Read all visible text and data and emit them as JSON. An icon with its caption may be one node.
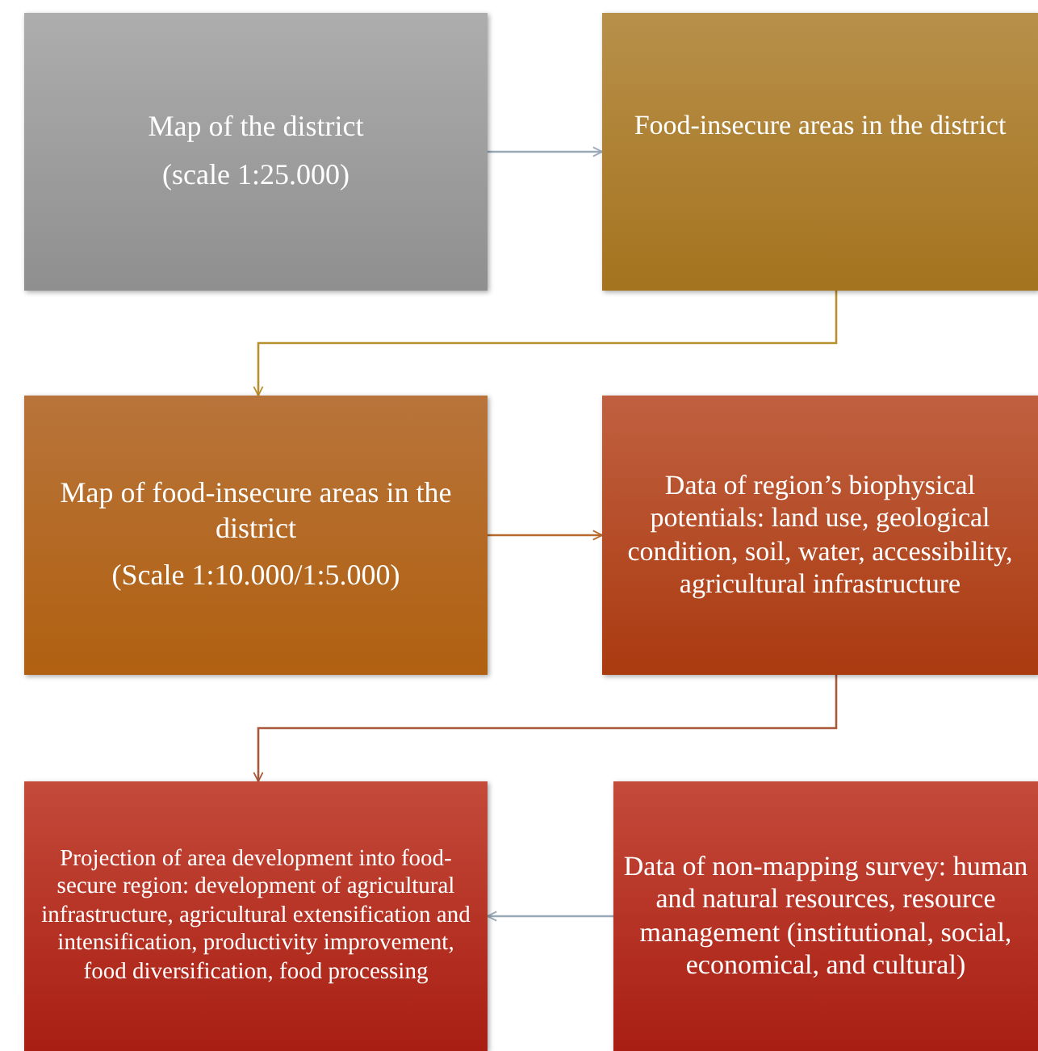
{
  "diagram": {
    "nodes": [
      {
        "text": [
          "Map of the district",
          "(scale 1:25.000)"
        ]
      },
      {
        "text": [
          "Food-insecure areas in the district"
        ]
      },
      {
        "text": [
          "Map of food-insecure areas in the district",
          "(Scale 1:10.000/1:5.000)"
        ]
      },
      {
        "text": [
          "Data of region’s biophysical potentials: land use, geological condition, soil, water, accessibility, agricultural infrastructure"
        ]
      },
      {
        "text": [
          "Projection of area development into food-secure region: development of agricultural infrastructure, agricultural extensification and intensification, productivity improvement, food diversification, food processing"
        ]
      },
      {
        "text": [
          "Data of non-mapping survey: human and natural resources, resource management (institutional, social, economical, and cultural)"
        ]
      }
    ],
    "edges": [
      {
        "from": 0,
        "to": 1,
        "arrow": "to"
      },
      {
        "from": 1,
        "to": 2,
        "arrow": "to",
        "color": "#b8902e"
      },
      {
        "from": 2,
        "to": 3,
        "arrow": "to",
        "color": "#b86a2e"
      },
      {
        "from": 3,
        "to": 4,
        "arrow": "to",
        "color": "#a8593a"
      },
      {
        "from": 5,
        "to": 4,
        "arrow": "to"
      }
    ]
  }
}
